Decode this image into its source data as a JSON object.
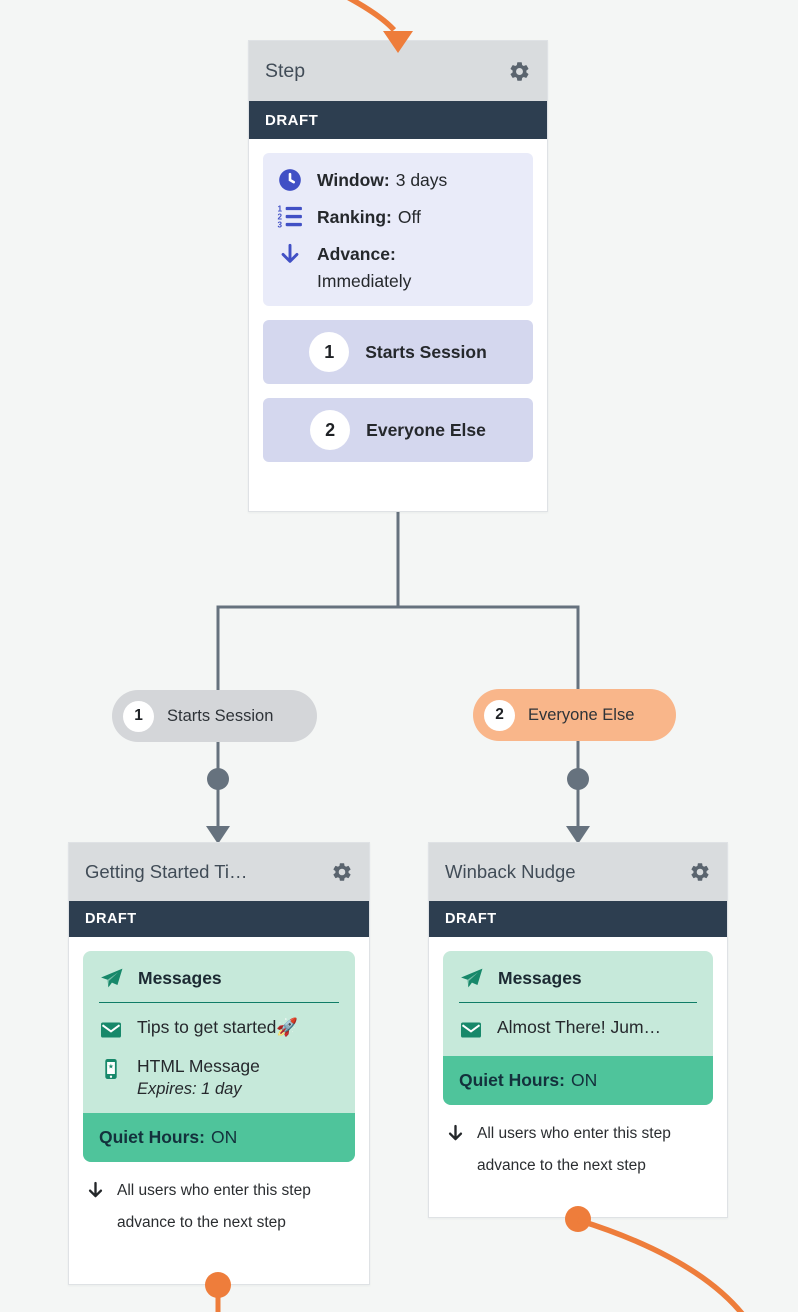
{
  "colors": {
    "accent_orange": "#EE7D3B",
    "connector_slate": "#66727E",
    "draft_bar": "#2D3E50",
    "indigo": "#4150C5",
    "teal": "#17886A",
    "green_band": "#4FC49B",
    "green_box": "#C6E9DA",
    "lavender_box": "#E9EBF9",
    "lavender_row": "#D4D7EE",
    "pill_gray": "#D4D6D9",
    "pill_orange": "#F9B68A"
  },
  "step_card": {
    "title": "Step",
    "status": "DRAFT",
    "info": [
      {
        "icon": "clock-icon",
        "label": "Window:",
        "value": "3 days"
      },
      {
        "icon": "ranked-list-icon",
        "label": "Ranking:",
        "value": "Off"
      },
      {
        "icon": "advance-arrow-icon",
        "label": "Advance:",
        "value": "Immediately"
      }
    ],
    "paths": [
      {
        "number": "1",
        "label": "Starts Session"
      },
      {
        "number": "2",
        "label": "Everyone Else"
      }
    ]
  },
  "branches": [
    {
      "number": "1",
      "label": "Starts Session"
    },
    {
      "number": "2",
      "label": "Everyone Else"
    }
  ],
  "cards": [
    {
      "title": "Getting Started Ti…",
      "status": "DRAFT",
      "messages_heading": "Messages",
      "messages": [
        {
          "icon": "email-icon",
          "text": "Tips to get started🚀"
        },
        {
          "icon": "mobile-icon",
          "text": "HTML Message",
          "sub": "Expires: 1 day"
        }
      ],
      "quiet_hours_label": "Quiet Hours:",
      "quiet_hours_value": "ON",
      "note_line1": "All users who enter this step",
      "note_line2": "advance to the next step"
    },
    {
      "title": "Winback Nudge",
      "status": "DRAFT",
      "messages_heading": "Messages",
      "messages": [
        {
          "icon": "email-icon",
          "text": "Almost There! Jum…"
        }
      ],
      "quiet_hours_label": "Quiet Hours:",
      "quiet_hours_value": "ON",
      "note_line1": "All users who enter this step",
      "note_line2": "advance to the next step"
    }
  ]
}
